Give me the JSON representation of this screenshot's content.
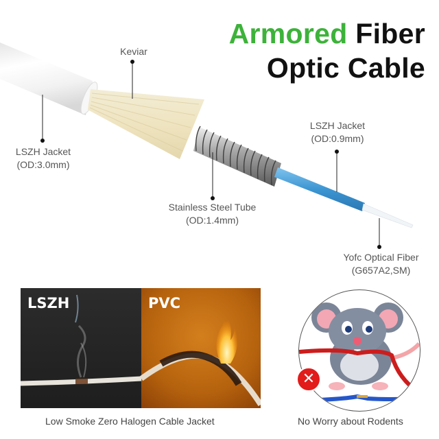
{
  "title": {
    "line1_green": "Armored",
    "line1_black": "Fiber",
    "line2": "Optic Cable",
    "accent_color": "#3db23a"
  },
  "diagram": {
    "labels": [
      {
        "id": "kevlar",
        "text": "Keviar"
      },
      {
        "id": "outer-jacket",
        "line1": "LSZH Jacket",
        "line2": "(OD:3.0mm)"
      },
      {
        "id": "inner-jacket",
        "line1": "LSZH Jacket",
        "line2": "(OD:0.9mm)"
      },
      {
        "id": "steel-tube",
        "line1": "Stainless Steel Tube",
        "line2": "(OD:1.4mm)"
      },
      {
        "id": "fiber",
        "line1": "Yofc Optical Fiber",
        "line2": "(G657A2,SM)"
      }
    ]
  },
  "comparison": {
    "left_label": "LSZH",
    "right_label": "PVC",
    "caption": "Low Smoke Zero Halogen Cable Jacket"
  },
  "rodent": {
    "caption": "No Worry about Rodents",
    "badge_symbol": "✕"
  }
}
